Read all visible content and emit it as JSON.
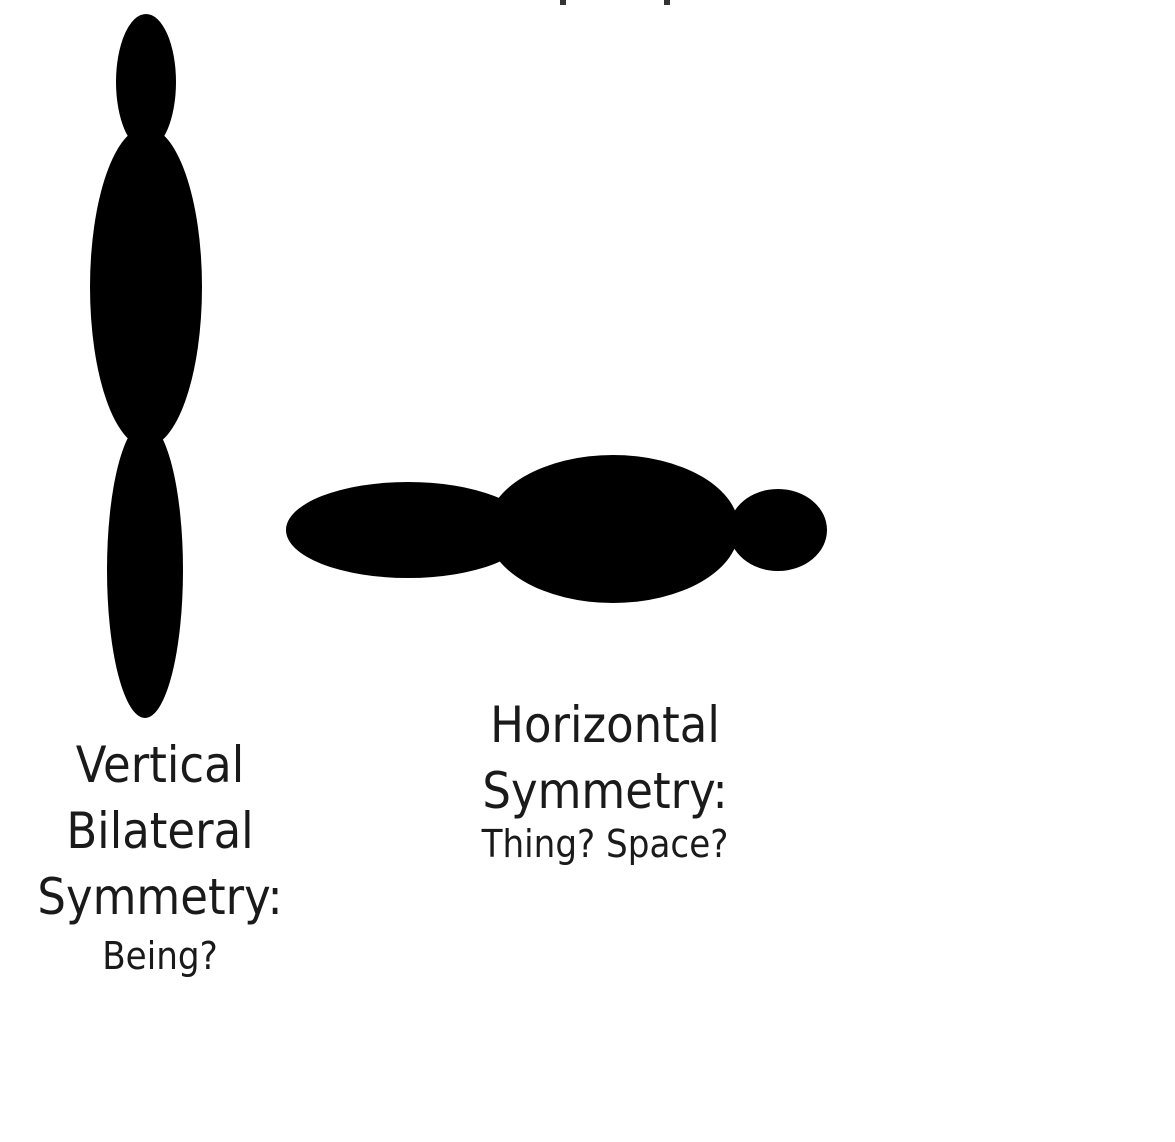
{
  "vertical": {
    "line1": "Vertical",
    "line2": "Bilateral",
    "line3": "Symmetry:",
    "question": "Being?"
  },
  "horizontal": {
    "line1": "Horizontal",
    "line2": "Symmetry:",
    "question": "Thing? Space?"
  },
  "colors": {
    "shape": "#000000",
    "text": "#1a1a1a",
    "background": "#ffffff"
  }
}
